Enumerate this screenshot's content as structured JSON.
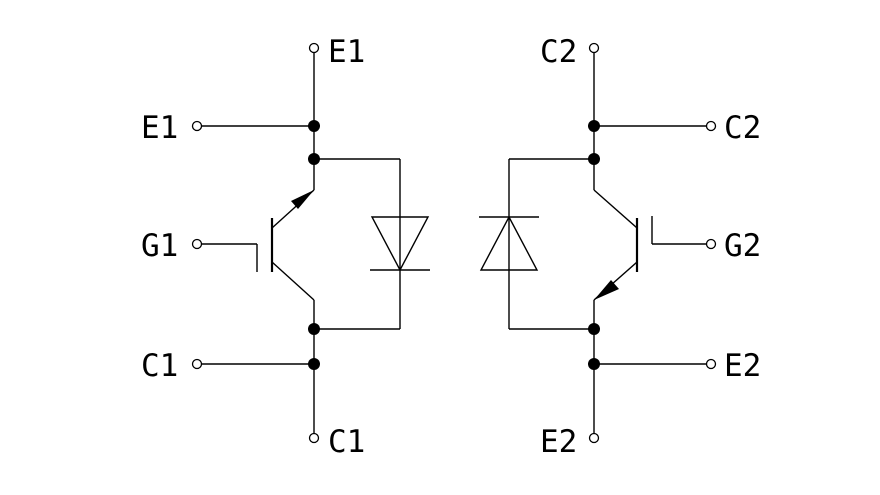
{
  "labels": {
    "e1_top": "E1",
    "e1_left": "E1",
    "g1": "G1",
    "c1_left": "C1",
    "c1_bottom": "C1",
    "c2_top": "C2",
    "c2_right": "C2",
    "g2": "G2",
    "e2_right": "E2",
    "e2_bottom": "E2"
  },
  "colors": {
    "line": "#000000",
    "background": "#ffffff"
  }
}
